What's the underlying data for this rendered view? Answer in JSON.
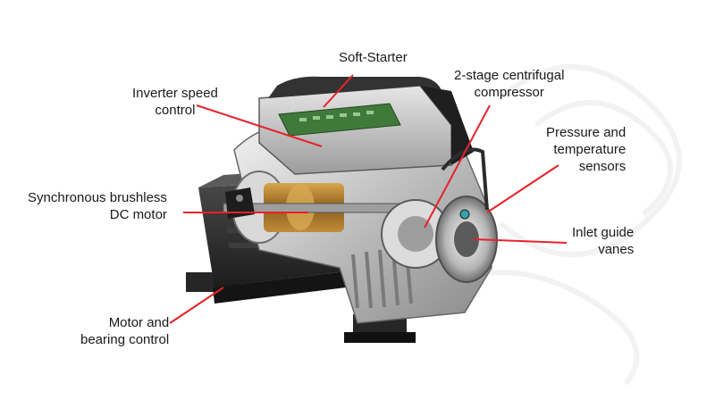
{
  "diagram": {
    "callouts": {
      "soft_starter": "Soft-Starter",
      "inverter": [
        "Inverter speed",
        "control"
      ],
      "centrifugal": [
        "2-stage centrifugal",
        "compressor"
      ],
      "sensors": [
        "Pressure and",
        "temperature",
        "sensors"
      ],
      "motor": [
        "Synchronous brushless",
        "DC motor"
      ],
      "inlet_guide": [
        "Inlet guide",
        "vanes"
      ],
      "bearing": [
        "Motor and",
        "bearing control"
      ]
    }
  },
  "colors": {
    "leader_line": "#e8212b",
    "housing_dark": "#2a2a2a",
    "housing_light": "#c9c9c9",
    "circuit_board": "#3f7a3a",
    "rotor_copper": "#b58533"
  }
}
